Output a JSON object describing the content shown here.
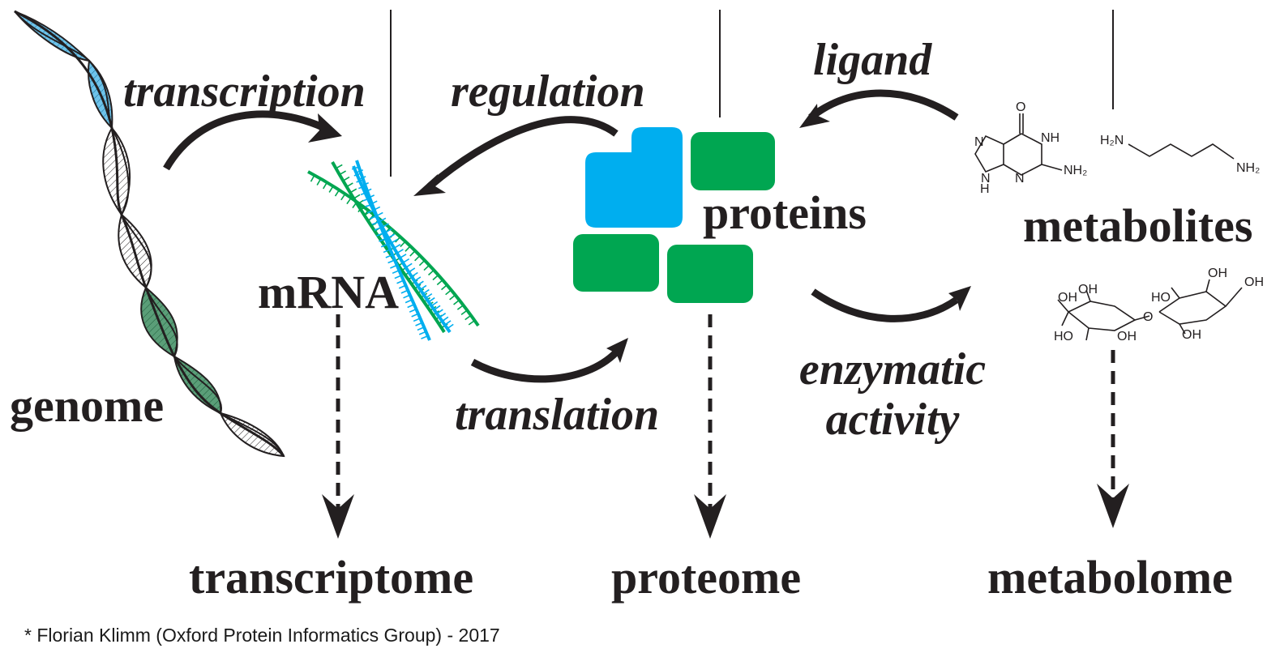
{
  "processes": {
    "transcription": "transcription",
    "regulation": "regulation",
    "ligand": "ligand",
    "translation": "translation",
    "enzymatic_line1": "enzymatic",
    "enzymatic_line2": "activity"
  },
  "entities": {
    "genome": "genome",
    "mrna": "mRNA",
    "proteins": "proteins",
    "metabolites": "metabolites"
  },
  "omes": {
    "transcriptome": "transcriptome",
    "proteome": "proteome",
    "metabolome": "metabolome"
  },
  "chemistry": {
    "guanine": {
      "o": "O",
      "nh_top": "NH",
      "n_left": "N",
      "nh_bottom": "H",
      "n_ring": "N",
      "n_ring2": "N",
      "nh2": "NH₂"
    },
    "putrescine": {
      "h2n": "H₂N",
      "nh2": "NH₂"
    },
    "lactose": {
      "oh": "OH",
      "ho": "HO",
      "o": "O"
    }
  },
  "colors": {
    "ink": "#231f20",
    "blue": "#00aeef",
    "green": "#00a651",
    "dna_blue": "#29abe2",
    "dna_green": "#2e8b57"
  },
  "credit": "* Florian Klimm (Oxford Protein Informatics Group) - 2017"
}
